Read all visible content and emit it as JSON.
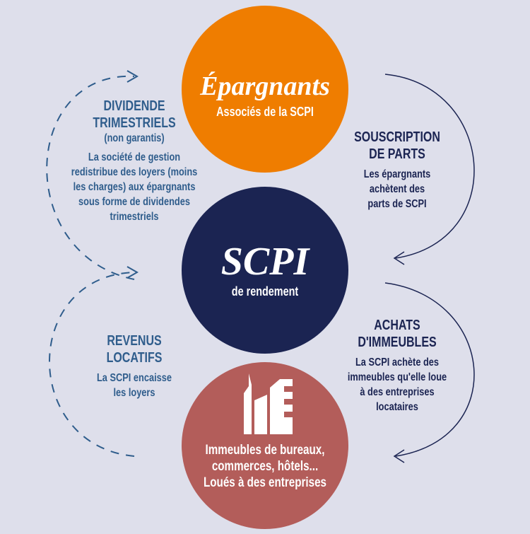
{
  "colors": {
    "background": "#dedfeb",
    "orange": "#ef7d00",
    "navy": "#1b2452",
    "red": "#b35d5a",
    "left_text": "#2f5d8c"
  },
  "top_circle": {
    "title": "Épargnants",
    "subtitle": "Associés de la SCPI"
  },
  "middle_circle": {
    "title": "SCPI",
    "subtitle": "de rendement"
  },
  "bottom_circle": {
    "icon": "buildings-icon",
    "lines": [
      "Immeubles de bureaux,",
      "commerces, hôtels...",
      "Loués à des entreprises"
    ]
  },
  "left_top": {
    "heading": "DIVIDENDE\nTRIMESTRIELS",
    "note": "(non garantis)",
    "body": "La société de gestion\nredistribue des loyers (moins\nles charges) aux épargnants\nsous forme de dividendes\ntrimestriels"
  },
  "left_bottom": {
    "heading": "REVENUS\nLOCATIFS",
    "body": "La SCPI encaisse\nles loyers"
  },
  "right_top": {
    "heading": "SOUSCRIPTION\nDE PARTS",
    "body": "Les épargnants\nachètent des\nparts de SCPI"
  },
  "right_bottom": {
    "heading": "ACHATS\nD'IMMEUBLES",
    "body": "La SCPI achète des\nimmeubles qu'elle loue\nà des entreprises\nlocataires"
  }
}
